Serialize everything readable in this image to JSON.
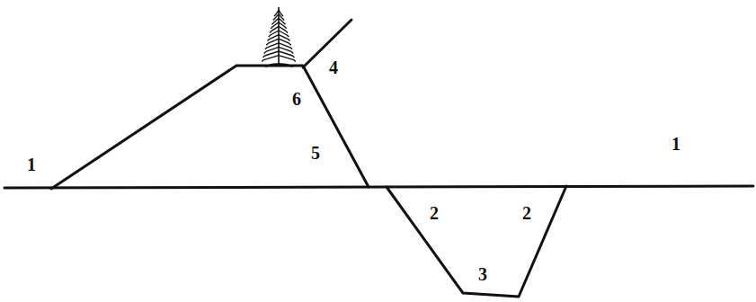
{
  "diagram": {
    "labels": [
      "4",
      "6",
      "1",
      "5",
      "1",
      "2",
      "2",
      "3"
    ]
  }
}
